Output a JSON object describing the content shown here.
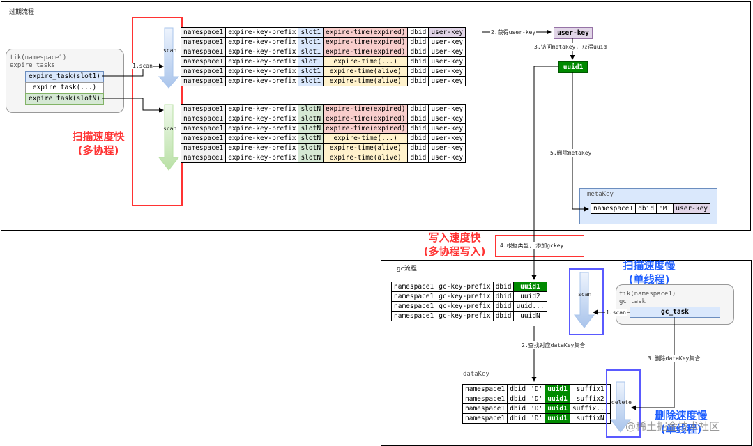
{
  "expire": {
    "title": "过期流程",
    "tasks_box": {
      "line1": "tik(namespace1)",
      "line2": "expire tasks",
      "items": [
        "expire_task(slot1)",
        "expire_task(...)",
        "expire_task(slotN)"
      ]
    },
    "scan_label": "scan",
    "step1": "1.scan",
    "table1": [
      [
        "namespace1",
        "expire-key-prefix",
        "slot1",
        "expire-time(expired)",
        "dbid",
        "user-key"
      ],
      [
        "namespace1",
        "expire-key-prefix",
        "slot1",
        "expire-time(expired)",
        "dbid",
        "user-key"
      ],
      [
        "namespace1",
        "expire-key-prefix",
        "slot1",
        "expire-time(expired)",
        "dbid",
        "user-key"
      ],
      [
        "namespace1",
        "expire-key-prefix",
        "slot1",
        "expire-time(...)",
        "dbid",
        "user-key"
      ],
      [
        "namespace1",
        "expire-key-prefix",
        "slot1",
        "expire-time(alive)",
        "dbid",
        "user-key"
      ],
      [
        "namespace1",
        "expire-key-prefix",
        "slot1",
        "expire-time(alive)",
        "dbid",
        "user-key"
      ]
    ],
    "table2": [
      [
        "namespace1",
        "expire-key-prefix",
        "slotN",
        "expire-time(expired)",
        "dbid",
        "user-key"
      ],
      [
        "namespace1",
        "expire-key-prefix",
        "slotN",
        "expire-time(expired)",
        "dbid",
        "user-key"
      ],
      [
        "namespace1",
        "expire-key-prefix",
        "slotN",
        "expire-time(expired)",
        "dbid",
        "user-key"
      ],
      [
        "namespace1",
        "expire-key-prefix",
        "slotN",
        "expire-time(...)",
        "dbid",
        "user-key"
      ],
      [
        "namespace1",
        "expire-key-prefix",
        "slotN",
        "expire-time(alive)",
        "dbid",
        "user-key"
      ],
      [
        "namespace1",
        "expire-key-prefix",
        "slotN",
        "expire-time(alive)",
        "dbid",
        "user-key"
      ]
    ],
    "scan_fast_line1": "扫描速度快",
    "scan_fast_line2": "(多协程)",
    "step2": "2.获得user-key",
    "user_key": "user-key",
    "step3": "3.访问metakey, 获得uuid",
    "uuid1": "uuid1",
    "step5": "5.删除metakey",
    "metakey_title": "metaKey",
    "metakey_row": [
      "namespace1",
      "dbid",
      "'M'",
      "user-key"
    ]
  },
  "write": {
    "line1": "写入速度快",
    "line2": "(多协程写入)",
    "step4": "4.根据类型, 添加gckey"
  },
  "gc": {
    "title": "gc流程",
    "table": [
      [
        "namespace1",
        "gc-key-prefix",
        "dbid",
        "uuid1"
      ],
      [
        "namespace1",
        "gc-key-prefix",
        "dbid",
        "uuid2"
      ],
      [
        "namespace1",
        "gc-key-prefix",
        "dbid",
        "uuid..."
      ],
      [
        "namespace1",
        "gc-key-prefix",
        "dbid",
        "uuidN"
      ]
    ],
    "scan_label": "scan",
    "scan_slow_line1": "扫描速度慢",
    "scan_slow_line2": "(单线程)",
    "task_box": {
      "line1": "tik(namespace1)",
      "line2": "gc task",
      "item": "gc_task"
    },
    "step1": "1.scan",
    "step2": "2.查找对应dataKey集合",
    "step3": "3.删除dataKey集合",
    "datakey_title": "dataKey",
    "datakey_rows": [
      [
        "namespace1",
        "dbid",
        "'D'",
        "uuid1",
        "suffix1"
      ],
      [
        "namespace1",
        "dbid",
        "'D'",
        "uuid1",
        "suffix2"
      ],
      [
        "namespace1",
        "dbid",
        "'D'",
        "uuid1",
        "suffix..."
      ],
      [
        "namespace1",
        "dbid",
        "'D'",
        "uuid1",
        "suffixN"
      ]
    ],
    "delete_label": "delete",
    "delete_slow_line1": "删除速度慢",
    "delete_slow_line2": "(单线程)"
  },
  "watermark": "@稀土掘金技术社区",
  "colors": {
    "blue_arrow": "#a9c4eb",
    "green_arrow": "#b9e0a5",
    "red_outline": "#ff3333",
    "blue_text": "#1f5fff",
    "uuid_green": "#008a00"
  }
}
